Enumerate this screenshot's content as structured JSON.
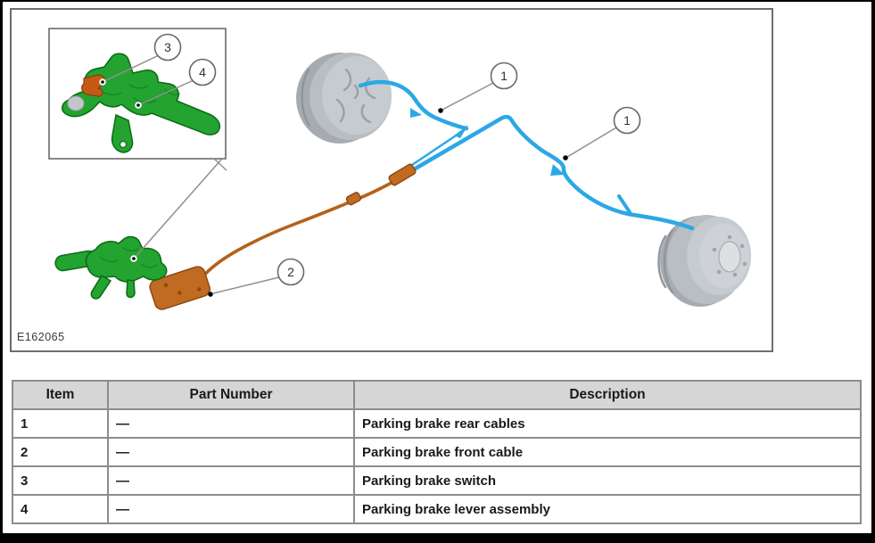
{
  "colors": {
    "rear_cables": "#2BA8E5",
    "front_cable": "#B5611A",
    "lever_assembly": "#23A330",
    "switch": "#C55A14",
    "bracket": "#C06A22",
    "drum": "#C6CBCF",
    "table_header_bg": "#D6D6D6"
  },
  "diagram": {
    "figure_id": "E162065",
    "callouts": {
      "c1a": "1",
      "c1b": "1",
      "c2": "2",
      "c3": "3",
      "c4": "4"
    }
  },
  "table": {
    "headers": [
      "Item",
      "Part Number",
      "Description"
    ],
    "rows": [
      {
        "item": "1",
        "part_number": "—",
        "description": "Parking brake rear cables"
      },
      {
        "item": "2",
        "part_number": "—",
        "description": "Parking brake front cable"
      },
      {
        "item": "3",
        "part_number": "—",
        "description": "Parking brake switch"
      },
      {
        "item": "4",
        "part_number": "—",
        "description": "Parking brake lever assembly"
      }
    ]
  }
}
